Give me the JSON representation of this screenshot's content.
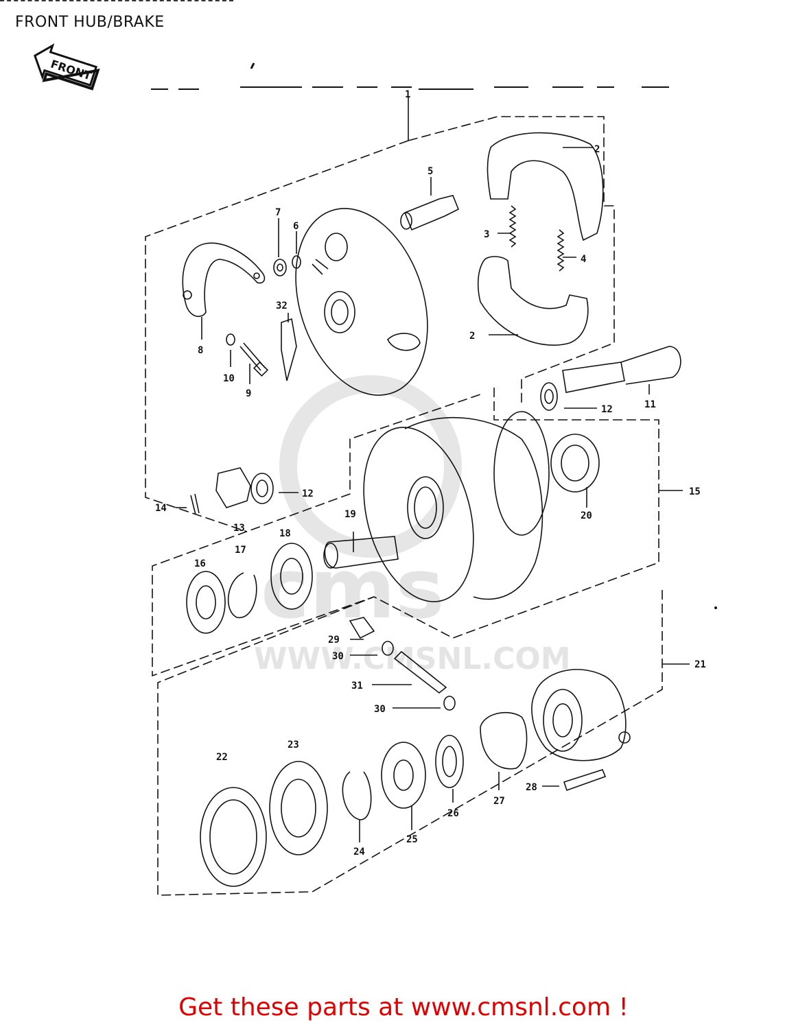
{
  "header": {
    "title": "FRONT HUB/BRAKE"
  },
  "front_badge": {
    "text": "FRONT"
  },
  "watermark": {
    "site": "WWW.CMSNL.COM"
  },
  "footer": {
    "text": "Get these parts at www.cmsnl.com !"
  },
  "callouts": [
    "1",
    "2",
    "2",
    "3",
    "4",
    "5",
    "6",
    "7",
    "8",
    "9",
    "10",
    "11",
    "12",
    "12",
    "13",
    "14",
    "15",
    "16",
    "17",
    "18",
    "19",
    "20",
    "21",
    "22",
    "23",
    "24",
    "25",
    "26",
    "27",
    "28",
    "29",
    "30",
    "30",
    "31",
    "32"
  ],
  "colors": {
    "footer": "#e00000",
    "line": "#111111",
    "watermark": "#e4e4e4"
  }
}
